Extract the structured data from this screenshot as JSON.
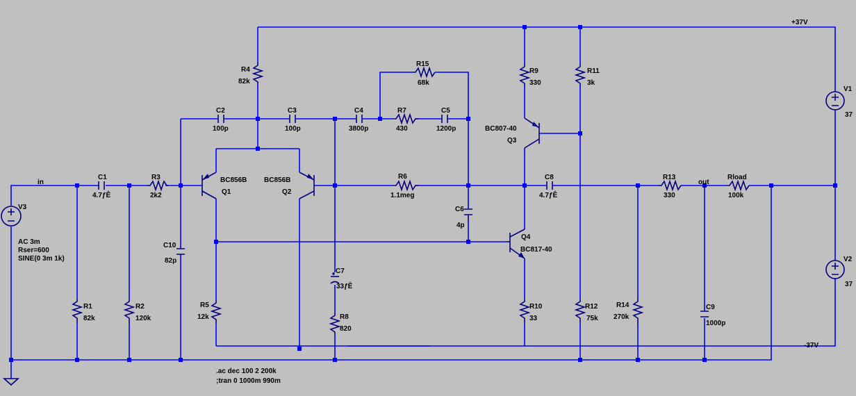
{
  "nets": {
    "vplus": "+37V",
    "vminus": "-37V",
    "in": "in",
    "out": "out"
  },
  "components": {
    "V1": {
      "name": "V1",
      "value": "37"
    },
    "V2": {
      "name": "V2",
      "value": "37"
    },
    "V3": {
      "name": "V3",
      "params": [
        "AC 3m",
        "Rser=600",
        "SINE(0 3m 1k)"
      ]
    },
    "C1": {
      "name": "C1",
      "value": "4.7ƒÊ"
    },
    "C2": {
      "name": "C2",
      "value": "100p"
    },
    "C3": {
      "name": "C3",
      "value": "100p"
    },
    "C4": {
      "name": "C4",
      "value": "3800p"
    },
    "C5": {
      "name": "C5",
      "value": "1200p"
    },
    "C6": {
      "name": "C6",
      "value": "4p"
    },
    "C7": {
      "name": "C7",
      "value": "33ƒÊ"
    },
    "C8": {
      "name": "C8",
      "value": "4.7ƒÊ"
    },
    "C9": {
      "name": "C9",
      "value": "1000p"
    },
    "C10": {
      "name": "C10",
      "value": "82p"
    },
    "R1": {
      "name": "R1",
      "value": "82k"
    },
    "R2": {
      "name": "R2",
      "value": "120k"
    },
    "R3": {
      "name": "R3",
      "value": "2k2"
    },
    "R4": {
      "name": "R4",
      "value": "82k"
    },
    "R5": {
      "name": "R5",
      "value": "12k"
    },
    "R6": {
      "name": "R6",
      "value": "1.1meg"
    },
    "R7": {
      "name": "R7",
      "value": "430"
    },
    "R8": {
      "name": "R8",
      "value": "820"
    },
    "R9": {
      "name": "R9",
      "value": "330"
    },
    "R10": {
      "name": "R10",
      "value": "33"
    },
    "R11": {
      "name": "R11",
      "value": "3k"
    },
    "R12": {
      "name": "R12",
      "value": "75k"
    },
    "R13": {
      "name": "R13",
      "value": "330"
    },
    "R14": {
      "name": "R14",
      "value": "270k"
    },
    "R15": {
      "name": "R15",
      "value": "68k"
    },
    "Rload": {
      "name": "Rload",
      "value": "100k"
    },
    "Q1": {
      "name": "Q1",
      "value": "BC856B"
    },
    "Q2": {
      "name": "Q2",
      "value": "BC856B"
    },
    "Q3": {
      "name": "Q3",
      "value": "BC807-40"
    },
    "Q4": {
      "name": "Q4",
      "value": "BC817-40"
    }
  },
  "directives": [
    ".ac dec 100 2 200k",
    ";tran 0 1000m 990m"
  ]
}
